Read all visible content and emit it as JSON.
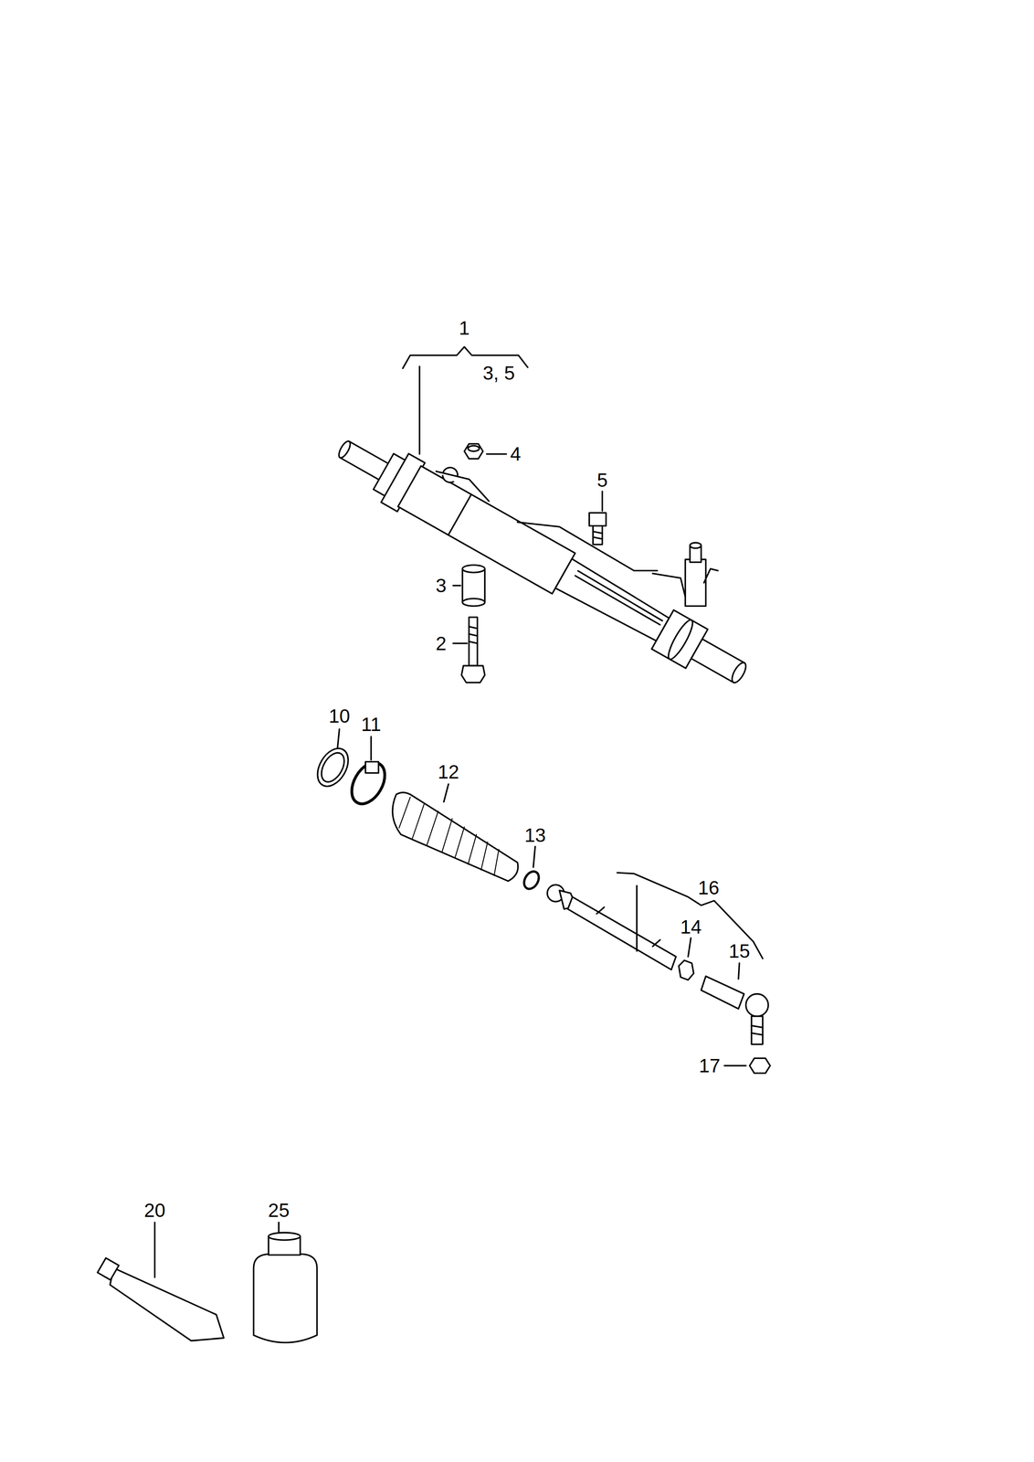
{
  "diagram": {
    "labels": [
      "1",
      "3, 5",
      "4",
      "5",
      "3",
      "2",
      "10",
      "11",
      "12",
      "13",
      "16",
      "14",
      "15",
      "17",
      "20",
      "25"
    ]
  }
}
